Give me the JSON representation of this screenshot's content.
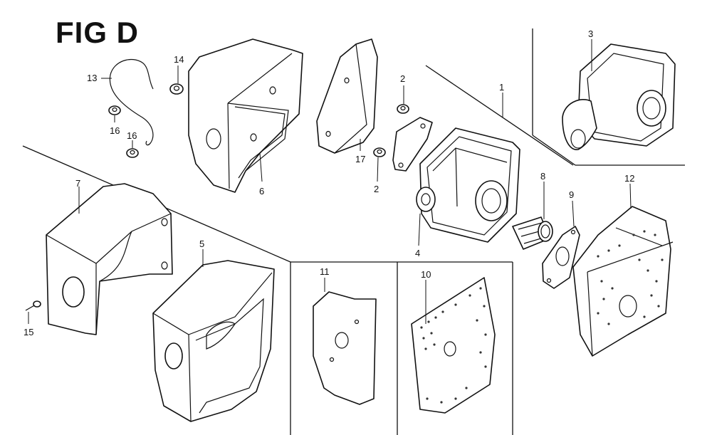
{
  "figure": {
    "title": "FIG D"
  },
  "callouts": {
    "n1": "1",
    "n2a": "2",
    "n2b": "2",
    "n3": "3",
    "n4": "4",
    "n5": "5",
    "n6": "6",
    "n7": "7",
    "n8": "8",
    "n9": "9",
    "n10": "10",
    "n11": "11",
    "n12": "12",
    "n13": "13",
    "n14": "14",
    "n15": "15",
    "n16a": "16",
    "n16b": "16",
    "n17": "17"
  }
}
